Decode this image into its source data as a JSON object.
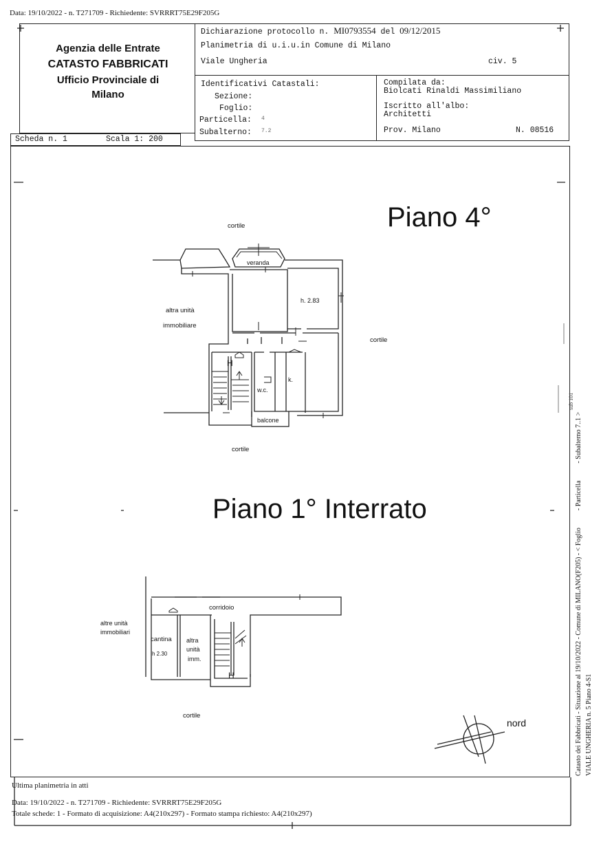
{
  "top_stamp": "Data: 19/10/2022 - n. T271709 - Richiedente: SVRRRT75E29F205G",
  "agency": {
    "line1": "Agenzia delle Entrate",
    "line2": "CATASTO FABBRICATI",
    "line3": "Ufficio Provinciale di",
    "line4": "Milano"
  },
  "declaration": {
    "protocol_label": "Dichiarazione protocollo n.",
    "protocol_number": "MI0793554",
    "date_label": "del",
    "date": "09/12/2015",
    "planimetry": "Planimetria di u.i.u.in Comune di Milano",
    "street": "Viale Ungheria",
    "civic": "civ. 5"
  },
  "identifiers": {
    "title": "Identificativi Catastali:",
    "sezione": "Sezione:",
    "foglio": "Foglio:",
    "particella": "Particella:",
    "particella_value": "4",
    "subalterno": "Subalterno:",
    "subalterno_value": "7.2"
  },
  "compiler": {
    "title": "Compilata da:",
    "name": "Biolcati Rinaldi Massimiliano",
    "albo": "Iscritto all'albo:",
    "profession": "Architetti",
    "prov": "Prov. Milano",
    "number": "N. 08516"
  },
  "scheda": {
    "label": "Scheda n. 1",
    "scale": "Scala 1: 200"
  },
  "plan4": {
    "title": "Piano 4°",
    "cortile_top": "cortile",
    "cortile_right": "cortile",
    "cortile_bottom": "cortile",
    "veranda": "veranda",
    "height": "h. 2.83",
    "altra_unita_1": "altra unità",
    "altra_unita_2": "immobiliare",
    "wc": "w.c.",
    "k": "k.",
    "balcone": "balcone",
    "h_symbol": "H"
  },
  "plan_basement": {
    "title": "Piano 1° Interrato",
    "corridoio": "corridoio",
    "altre_unita_1": "altre unità",
    "altre_unita_2": "immobiliari",
    "cantina": "cantina",
    "cantina_h": "h 2.30",
    "altra_1": "altra",
    "altra_2": "unità",
    "altra_3": "imm.",
    "cortile": "cortile",
    "h_symbol": "H"
  },
  "nord": "nord",
  "side_text_1": "Catasto dei Fabbricati - Situazione al 19/10/2022 - Comune di MILANO(F205) - < Foglio",
  "side_text_2": "- Particella",
  "side_text_3": "- Subalterno 7..1 >",
  "side_text_4": "VIALE UNGHERIA n. 5 Piano 4-S1",
  "side_text_5": "sub 101",
  "footer": {
    "last": "Ultima planimetria in atti",
    "stamp": "Data: 19/10/2022 - n. T271709 - Richiedente: SVRRRT75E29F205G",
    "totals": "Totale schede: 1 - Formato di acquisizione: A4(210x297)  - Formato stampa richiesto: A4(210x297)"
  }
}
